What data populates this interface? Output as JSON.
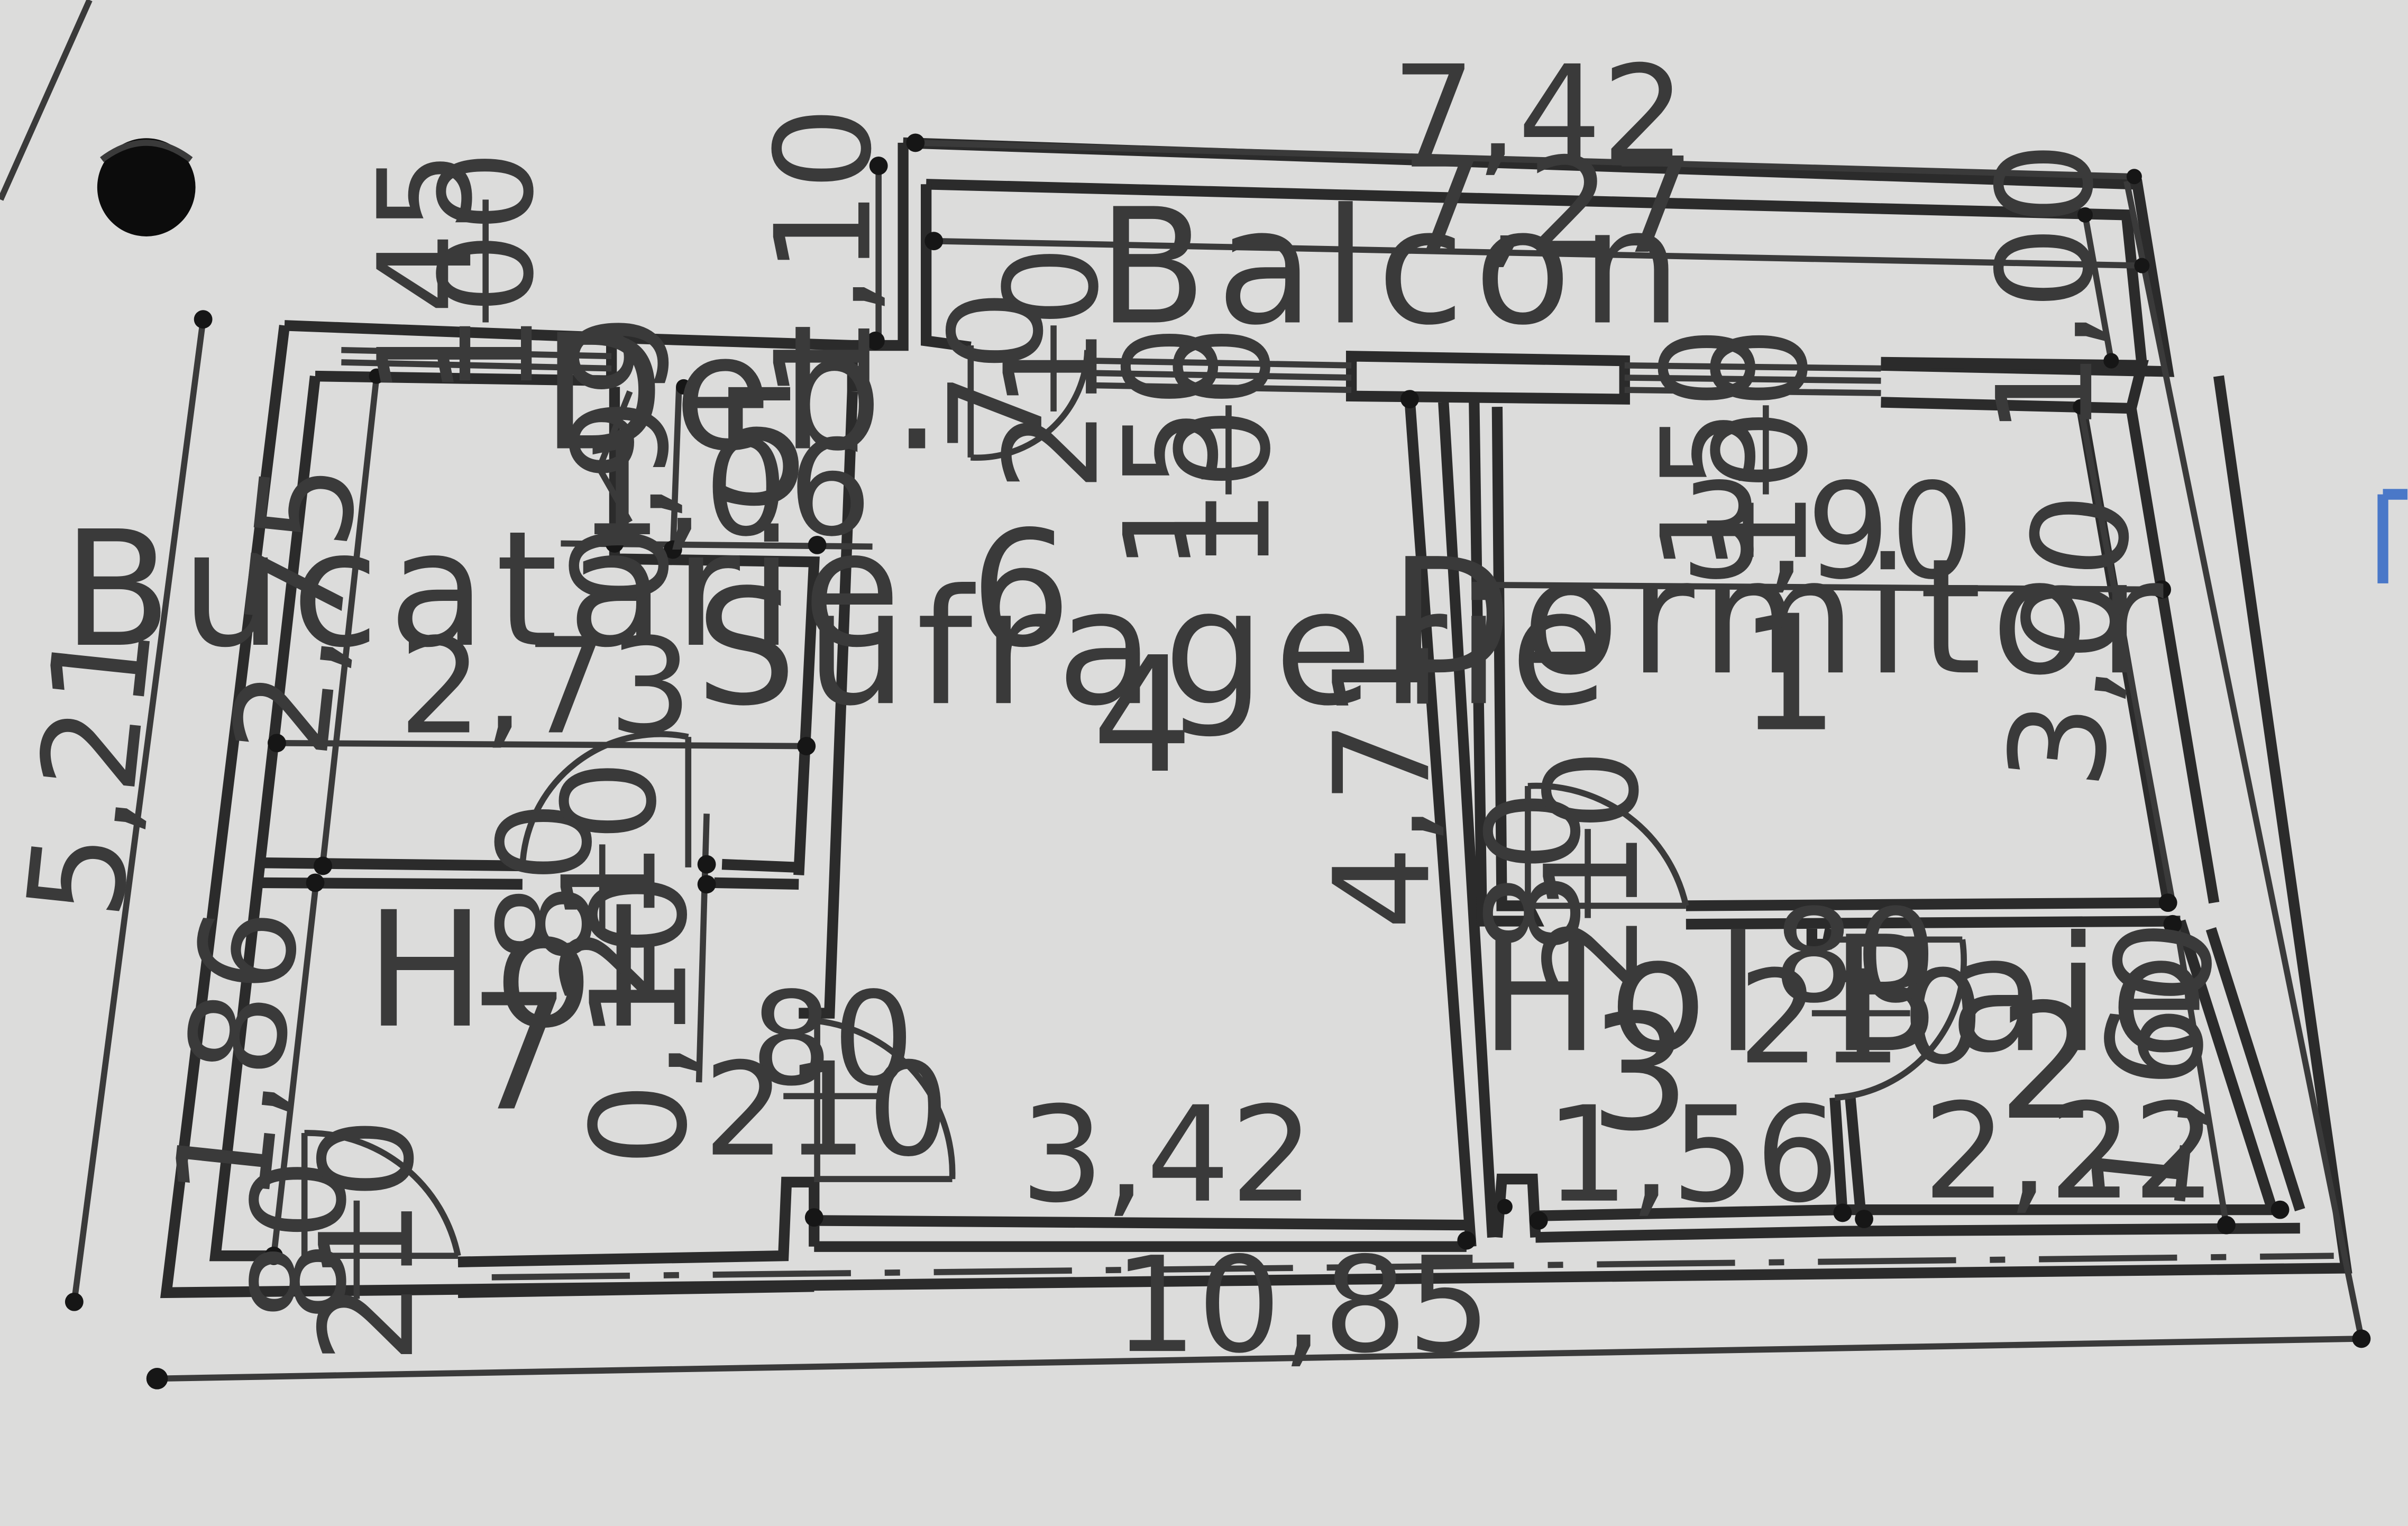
{
  "rooms": {
    "balcon": "Balcon",
    "deb_name": "Deb.",
    "deb_num": "5",
    "bucatarie": "Bucatarie 6",
    "sufragerie_name": "Sufragerie",
    "sufragerie_num": "4",
    "dormitor_name": "Dormitor",
    "dormitor_num": "1",
    "hol7_name": "Hol",
    "hol7_num": "7",
    "hol3_name": "Hol",
    "hol3_num": "3",
    "baie_name": "Baie",
    "baie_num": "2"
  },
  "dimensions": {
    "balcony_outer_width": "7,42",
    "balcony_inner_width": "7,27",
    "balcony_depth_right": "1,00",
    "balcony_depth_left": "1,10",
    "overall_width": "10,85",
    "overall_depth": "5,21",
    "kitchen_width": "2,73",
    "kitchen_depth": "2,75",
    "storage_depth": "0,99",
    "storage_width": "1,06",
    "hall7_depth": "1,86",
    "hall7_offset": "0,10",
    "living_width": "3,42",
    "living_depth": "4,71",
    "bedroom_width": "3,90",
    "bedroom_depth": "3,00",
    "hall3_width": "1,56",
    "bath_width": "2,22",
    "bath_depth": "1,60"
  },
  "openings": {
    "window_kitchen": {
      "top": "145",
      "bottom": "100"
    },
    "window_living": {
      "top": "150",
      "bottom": "100"
    },
    "window_bedroom": {
      "top": "150",
      "bottom": "100"
    },
    "door_balcony": {
      "top": "70",
      "bottom": "210"
    },
    "door_kitchen": {
      "top": "80",
      "bottom": "210"
    },
    "door_living": {
      "top": "80",
      "bottom": "210"
    },
    "door_entrance": {
      "top": "80",
      "bottom": "210"
    },
    "door_bedroom": {
      "top": "80",
      "bottom": "210"
    },
    "door_bath": {
      "top": "80",
      "bottom": "210"
    }
  }
}
